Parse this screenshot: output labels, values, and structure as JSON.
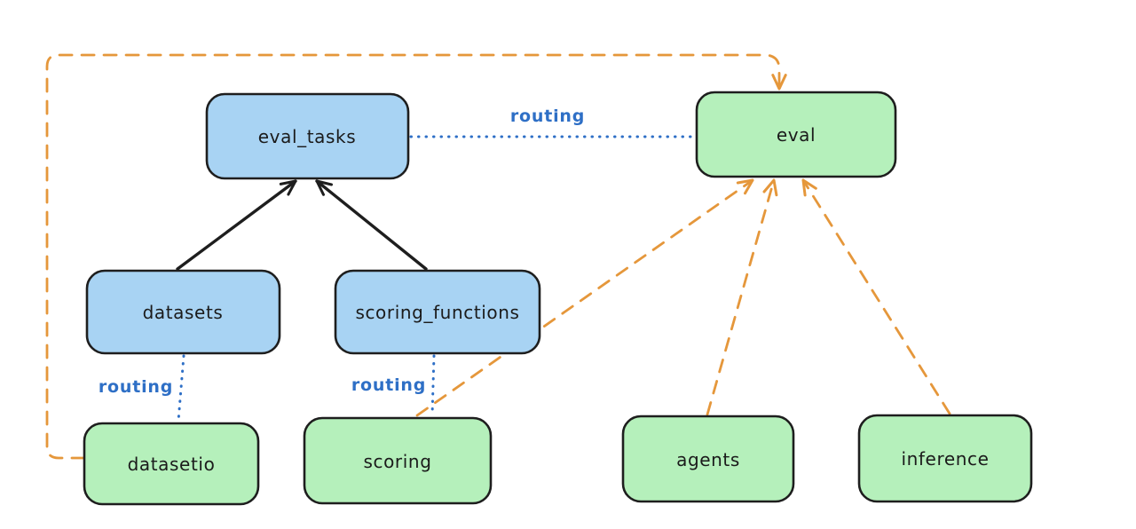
{
  "colors": {
    "background": "#ffffff",
    "blue_node_fill": "#a8d3f3",
    "green_node_fill": "#b5f0bb",
    "node_stroke": "#1e1e1e",
    "node_text": "#1b1b1b",
    "routing_blue": "#2e6fc6",
    "orange_dashed": "#e5973b",
    "black_arrow": "#1e1e1e"
  },
  "nodes": [
    {
      "id": "eval_tasks",
      "label": "eval_tasks",
      "kind": "blue"
    },
    {
      "id": "eval",
      "label": "eval",
      "kind": "green"
    },
    {
      "id": "datasets",
      "label": "datasets",
      "kind": "blue"
    },
    {
      "id": "scoring_functions",
      "label": "scoring_functions",
      "kind": "blue"
    },
    {
      "id": "datasetio",
      "label": "datasetio",
      "kind": "green"
    },
    {
      "id": "scoring",
      "label": "scoring",
      "kind": "green"
    },
    {
      "id": "agents",
      "label": "agents",
      "kind": "green"
    },
    {
      "id": "inference",
      "label": "inference",
      "kind": "green"
    }
  ],
  "edges": [
    {
      "from": "datasets",
      "to": "eval_tasks",
      "style": "solid-black-arrow",
      "label": ""
    },
    {
      "from": "scoring_functions",
      "to": "eval_tasks",
      "style": "solid-black-arrow",
      "label": ""
    },
    {
      "from": "eval_tasks",
      "to": "eval",
      "style": "dotted-blue",
      "label": "routing"
    },
    {
      "from": "datasets",
      "to": "datasetio",
      "style": "dotted-blue",
      "label": "routing"
    },
    {
      "from": "scoring_functions",
      "to": "scoring",
      "style": "dotted-blue",
      "label": "routing"
    },
    {
      "from": "datasetio",
      "to": "eval",
      "style": "dashed-orange-arrow",
      "label": ""
    },
    {
      "from": "scoring",
      "to": "eval",
      "style": "dashed-orange-arrow",
      "label": ""
    },
    {
      "from": "agents",
      "to": "eval",
      "style": "dashed-orange-arrow",
      "label": ""
    },
    {
      "from": "inference",
      "to": "eval",
      "style": "dashed-orange-arrow",
      "label": ""
    }
  ]
}
